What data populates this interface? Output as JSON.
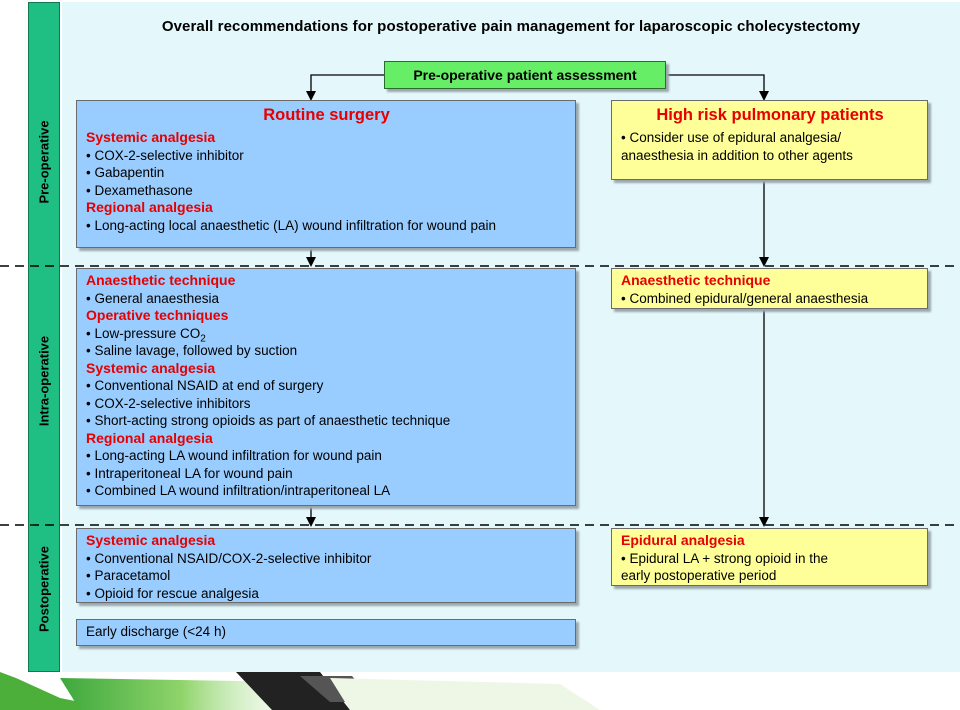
{
  "title": "Overall recommendations for postoperative pain management for laparoscopic cholecystectomy",
  "assessment": "Pre-operative patient assessment",
  "phases": {
    "pre": "Pre-operative",
    "intra": "Intra-operative",
    "post": "Postoperative"
  },
  "routine": {
    "title": "Routine surgery",
    "pre": {
      "systemic_heading": "Systemic analgesia",
      "systemic_items": [
        "COX-2-selective inhibitor",
        "Gabapentin",
        "Dexamethasone"
      ],
      "regional_heading": "Regional analgesia",
      "regional_items": [
        "Long-acting local anaesthetic (LA) wound infiltration for wound pain"
      ]
    },
    "intra": {
      "anaesthetic_heading": "Anaesthetic technique",
      "anaesthetic_items": [
        "General anaesthesia"
      ],
      "operative_heading": "Operative techniques",
      "co2_text": "Low-pressure CO",
      "co2_sub": "2",
      "operative_items": [
        "Saline lavage, followed by suction"
      ],
      "systemic_heading": "Systemic analgesia",
      "systemic_items": [
        "Conventional NSAID at end of surgery",
        "COX-2-selective inhibitors",
        "Short-acting strong opioids as part of anaesthetic technique"
      ],
      "regional_heading": "Regional analgesia",
      "regional_items": [
        "Long-acting LA wound infiltration for wound pain",
        "Intraperitoneal LA for wound pain",
        "Combined LA wound infiltration/intraperitoneal LA"
      ]
    },
    "post": {
      "systemic_heading": "Systemic analgesia",
      "systemic_items": [
        "Conventional NSAID/COX-2-selective inhibitor",
        "Paracetamol",
        "Opioid for rescue analgesia"
      ]
    },
    "discharge": "Early discharge (<24 h)"
  },
  "high_risk": {
    "title": "High risk pulmonary patients",
    "pre_items": [
      "Consider use of epidural analgesia/",
      "anaesthesia in addition to other agents"
    ],
    "intra_heading": "Anaesthetic technique",
    "intra_items": [
      "Combined epidural/general anaesthesia"
    ],
    "post_heading": "Epidural analgesia",
    "post_items": [
      "Epidural LA + strong opioid in the",
      "early postoperative period"
    ]
  },
  "colors": {
    "sidebar": "#1fbf84",
    "background": "#e4f8fb",
    "routine_box": "#99ccff",
    "high_risk_box": "#ffff99",
    "assessment_box": "#66ee66",
    "heading_red": "#e60000"
  }
}
